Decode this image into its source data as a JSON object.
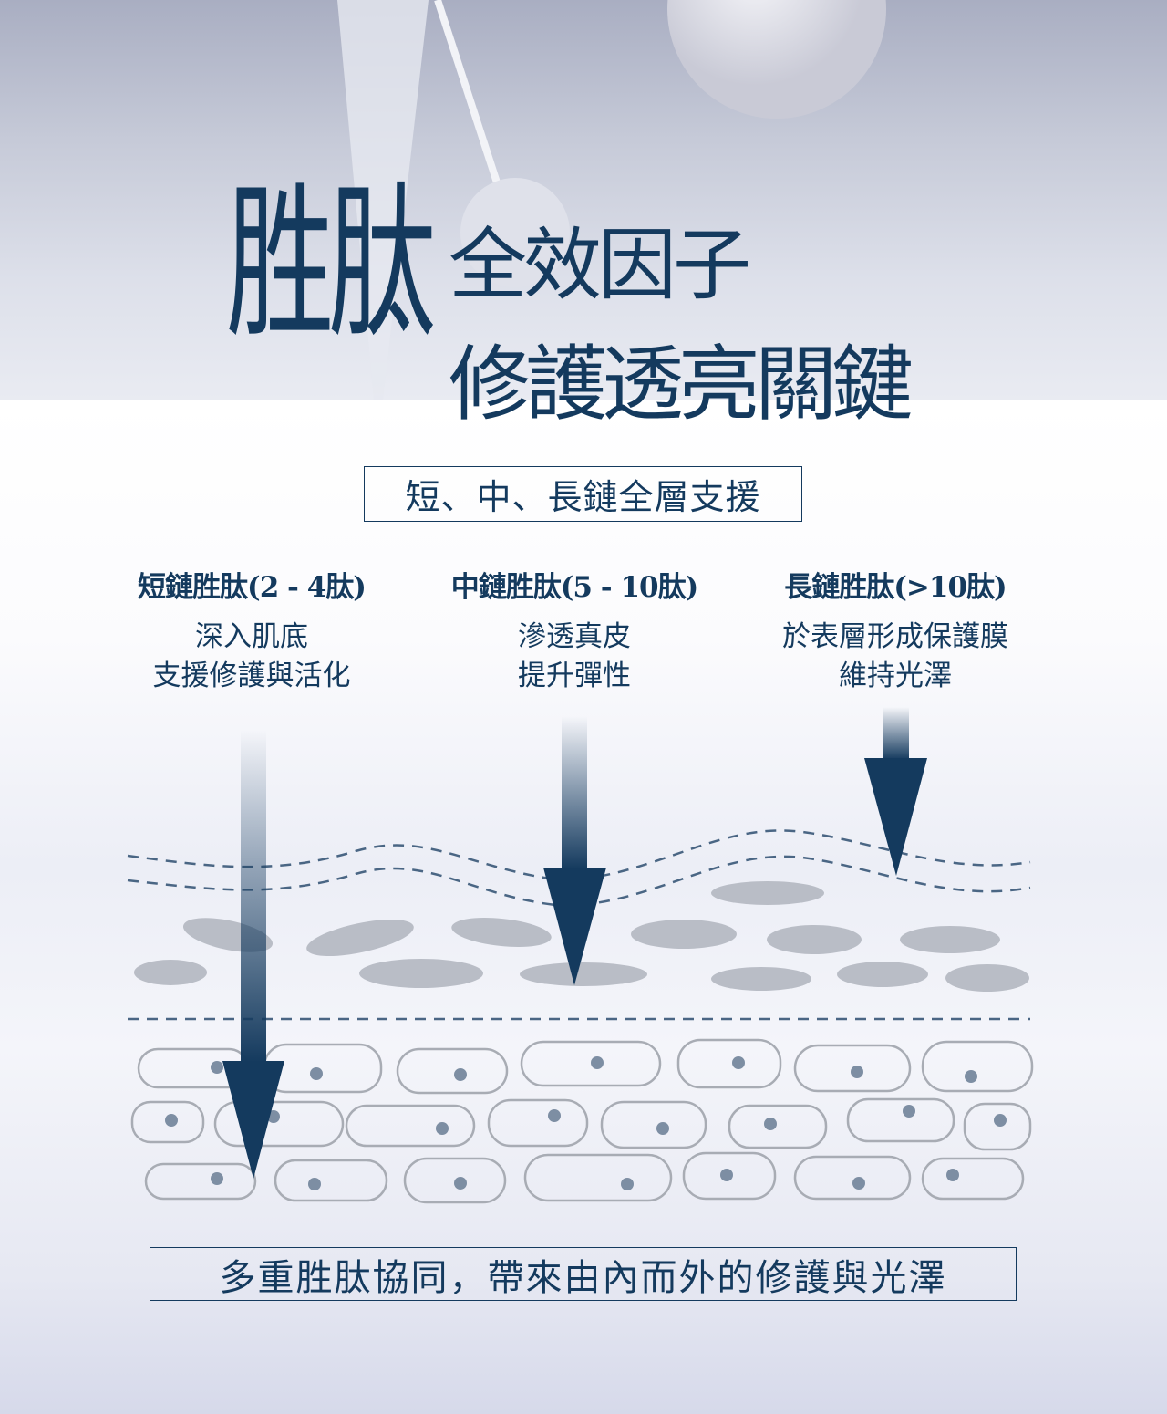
{
  "title": {
    "big": "胜肽",
    "line1": "全效因子",
    "line2": "修護透亮關鍵"
  },
  "subtitle": "短、中、長鏈全層支援",
  "columns": [
    {
      "heading": "短鏈胜肽(2 - 4肽)",
      "lines": [
        "深入肌底",
        "支援修護與活化"
      ]
    },
    {
      "heading": "中鏈胜肽(5 - 10肽)",
      "lines": [
        "滲透真皮",
        "提升彈性"
      ]
    },
    {
      "heading": "長鏈胜肽(>10肽)",
      "lines": [
        "於表層形成保護膜",
        "維持光澤"
      ]
    }
  ],
  "footer": "多重胜肽協同，帶來由內而外的修護與光澤",
  "colors": {
    "navy": "#143a5e",
    "blob": "#b9bdc6",
    "cell": "#a8acb4",
    "nucleus": "#7d8ea3"
  }
}
